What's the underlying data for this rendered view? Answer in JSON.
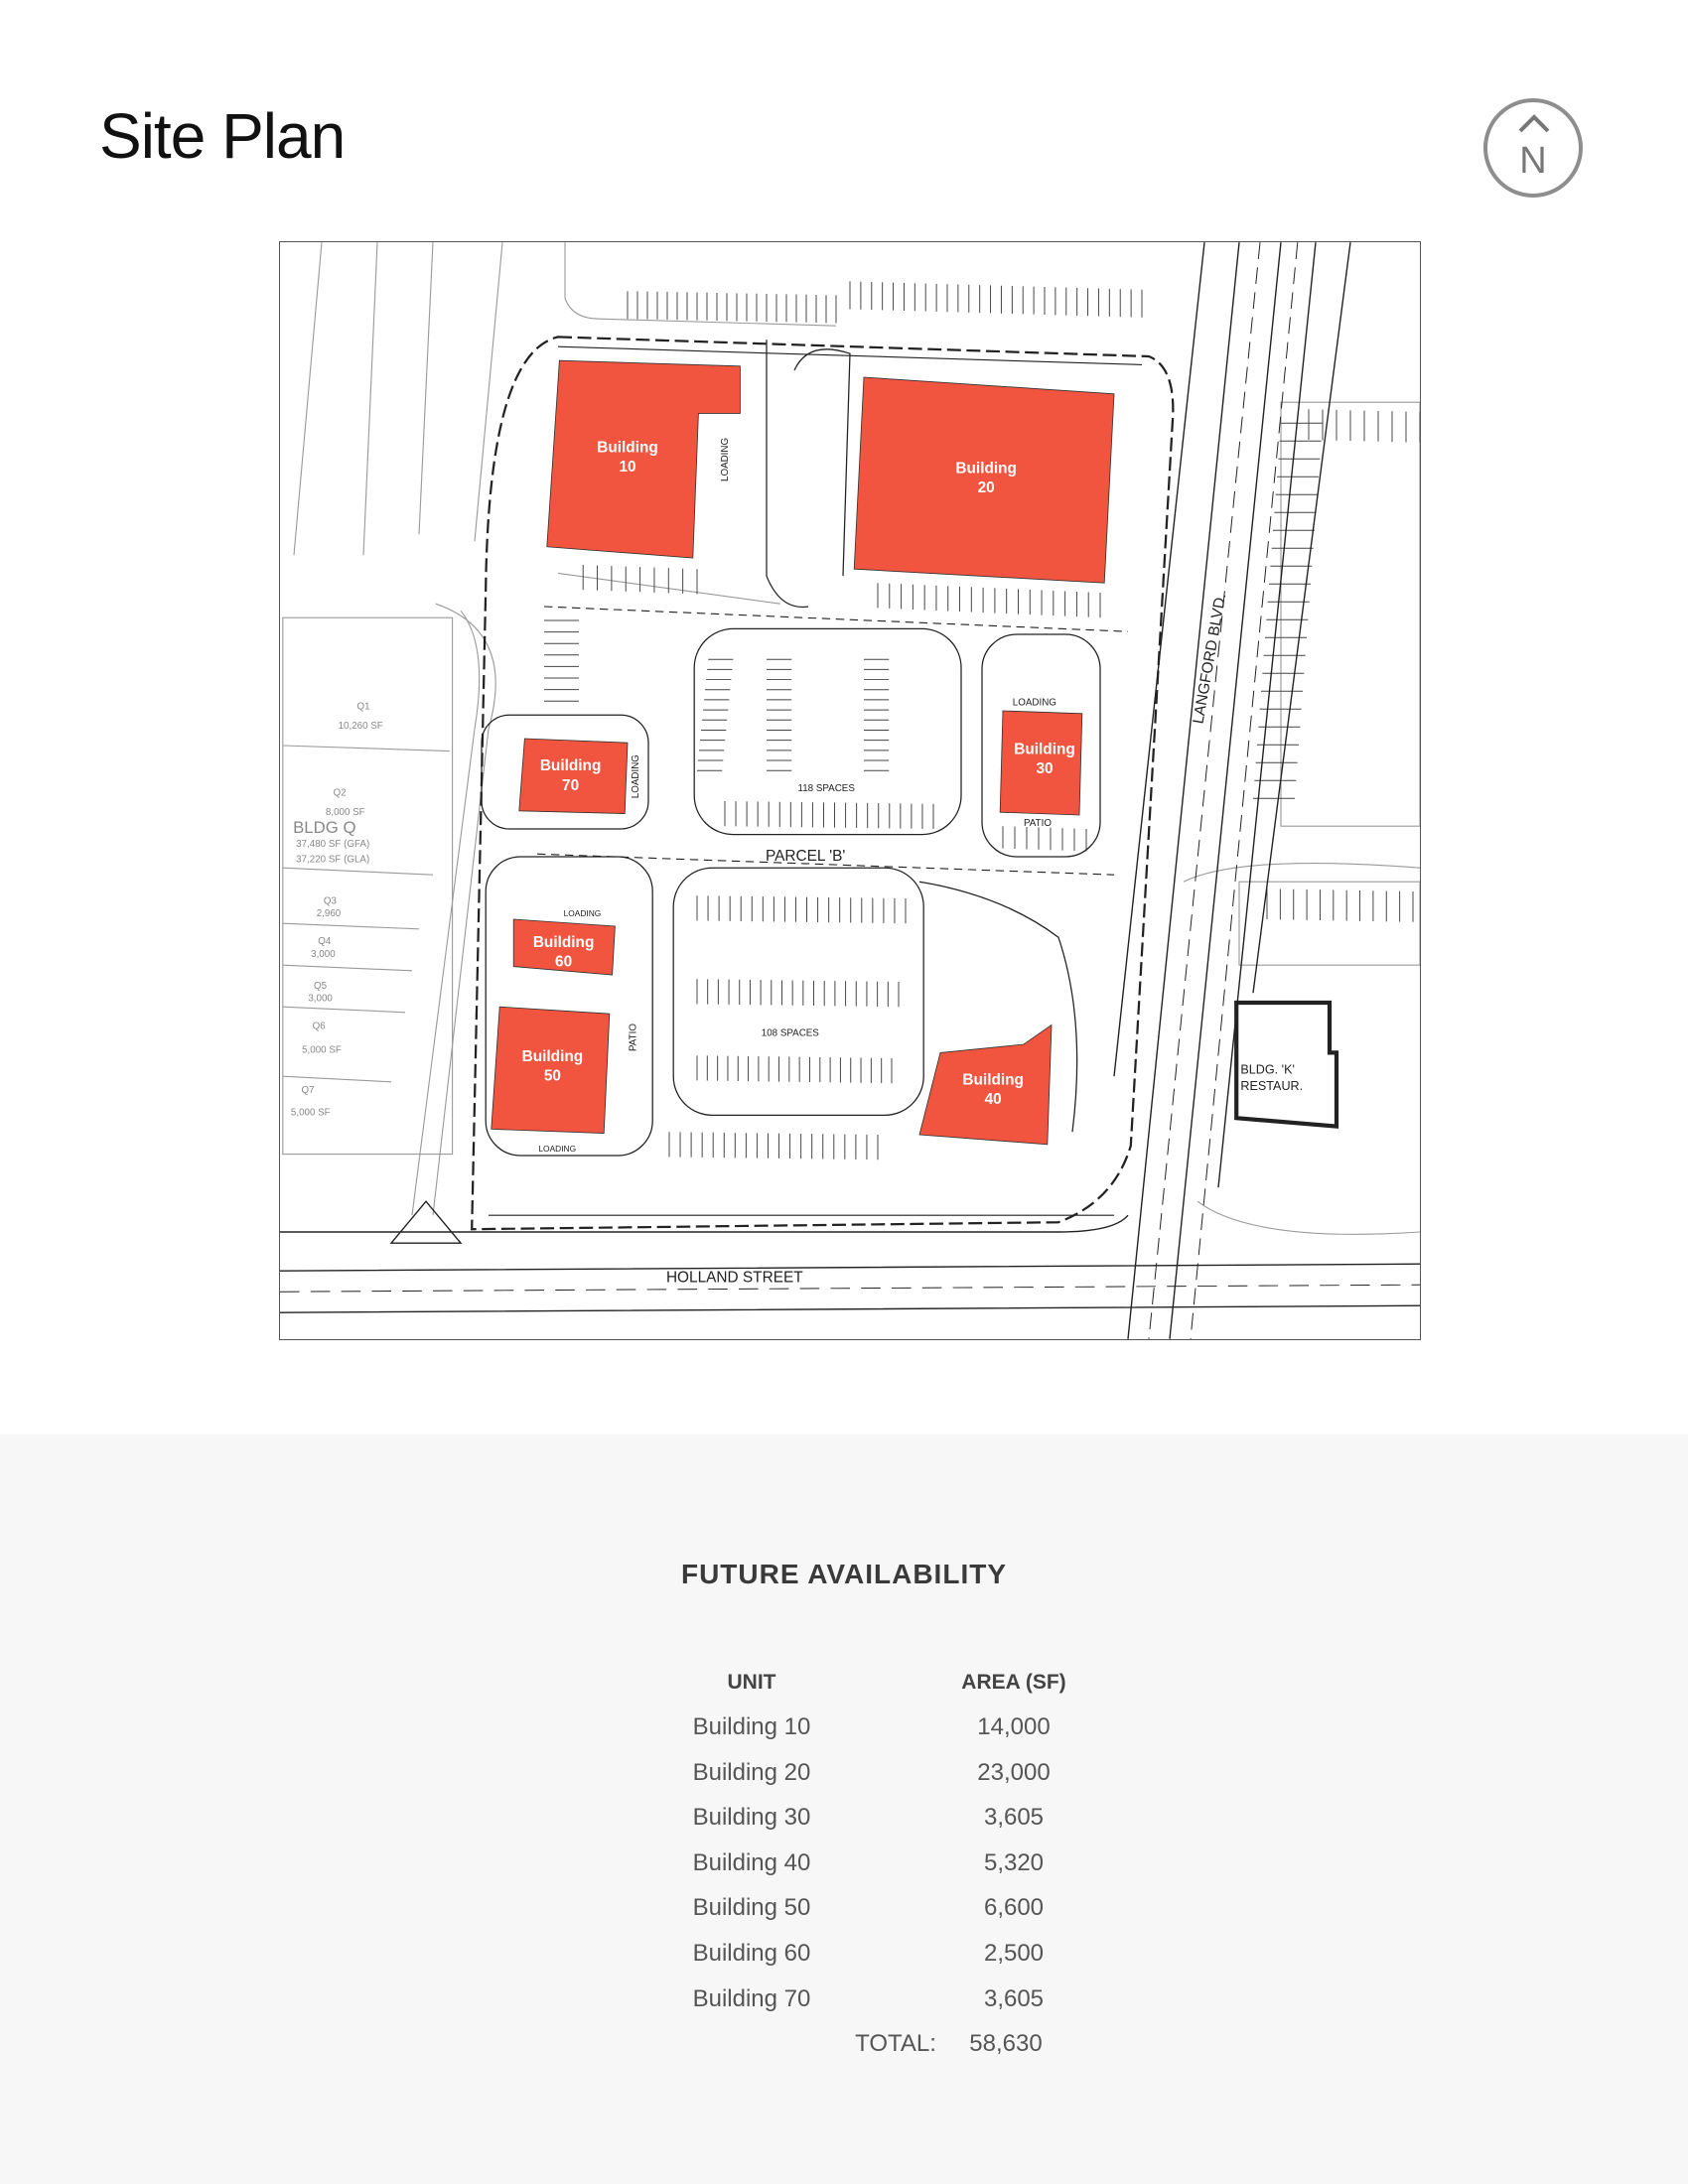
{
  "header": {
    "title": "Site Plan",
    "north_label": "N"
  },
  "map": {
    "colors": {
      "building": "#f2553f",
      "lines": "#222222",
      "context": "#9a9a9a"
    },
    "buildings": [
      {
        "name": "Building",
        "number": "10"
      },
      {
        "name": "Building",
        "number": "20"
      },
      {
        "name": "Building",
        "number": "30"
      },
      {
        "name": "Building",
        "number": "40"
      },
      {
        "name": "Building",
        "number": "50"
      },
      {
        "name": "Building",
        "number": "60"
      },
      {
        "name": "Building",
        "number": "70"
      }
    ],
    "labels": {
      "parcel": "PARCEL 'B'",
      "spaces_upper": "118 SPACES",
      "spaces_lower": "108 SPACES",
      "holland": "HOLLAND STREET",
      "langford": "LANGFORD BLVD.",
      "bldg_k_1": "BLDG. 'K'",
      "bldg_k_2": "RESTAUR.",
      "loading": "LOADING",
      "patio": "PATIO"
    },
    "bldg_q": {
      "q1": "Q1",
      "q1_area": "10,260 SF",
      "q2": "Q2",
      "q2_area": "8,000 SF",
      "name": "BLDG Q",
      "gfa": "37,480 SF (GFA)",
      "gla": "37,220 SF (GLA)",
      "q3": "Q3",
      "q3_area": "2,960",
      "q4": "Q4",
      "q4_area": "3,000",
      "q5": "Q5",
      "q5_area": "3,000",
      "q6": "Q6",
      "q6_area": "5,000 SF",
      "q7": "Q7",
      "q7_area": "5,000 SF"
    }
  },
  "availability": {
    "title": "FUTURE AVAILABILITY",
    "columns": [
      "UNIT",
      "AREA (SF)"
    ],
    "rows": [
      {
        "unit": "Building 10",
        "area": "14,000"
      },
      {
        "unit": "Building 20",
        "area": "23,000"
      },
      {
        "unit": "Building 30",
        "area": "3,605"
      },
      {
        "unit": "Building 40",
        "area": "5,320"
      },
      {
        "unit": "Building 50",
        "area": "6,600"
      },
      {
        "unit": "Building 60",
        "area": "2,500"
      },
      {
        "unit": "Building 70",
        "area": "3,605"
      }
    ],
    "total_label": "TOTAL:",
    "total_value": "58,630"
  }
}
